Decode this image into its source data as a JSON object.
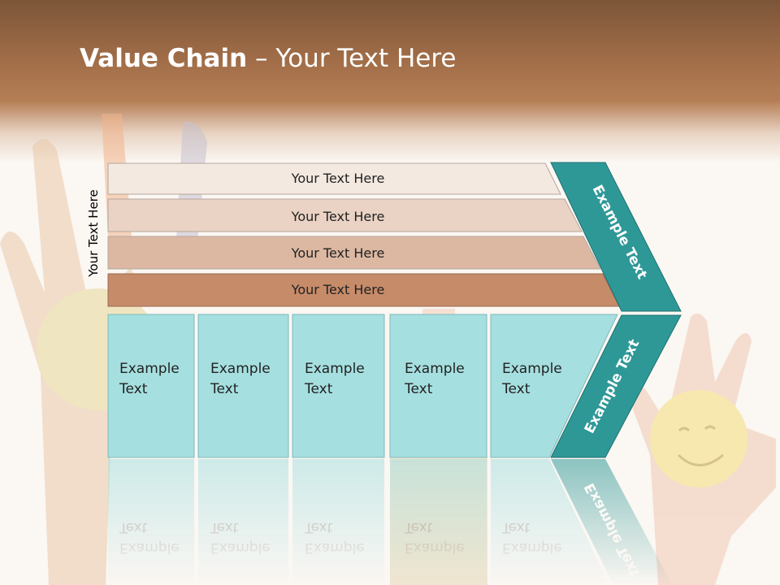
{
  "title": {
    "bold": "Value Chain",
    "rest": " – Your Text Here"
  },
  "vertical_label": "Your Text Here",
  "bars": [
    {
      "label": "Your Text Here",
      "fill": "#f3e9e1"
    },
    {
      "label": "Your Text Here",
      "fill": "#ead3c4"
    },
    {
      "label": "Your Text Here",
      "fill": "#dcb8a2"
    },
    {
      "label": "Your Text Here",
      "fill": "#c68b69"
    }
  ],
  "boxes": [
    {
      "line1": "Example",
      "line2": "Text"
    },
    {
      "line1": "Example",
      "line2": "Text"
    },
    {
      "line1": "Example",
      "line2": "Text"
    },
    {
      "line1": "Example",
      "line2": "Text"
    },
    {
      "line1": "Example",
      "line2": "Text"
    }
  ],
  "chevron_top_label": "Example Text",
  "chevron_bottom_label": "Example Text",
  "colors": {
    "box_fill": "#a6dfe0",
    "chevron_fill": "#2e9897",
    "header": "#a8704a"
  }
}
